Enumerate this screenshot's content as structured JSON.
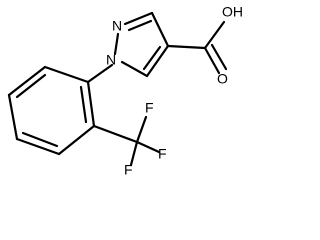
{
  "molecule": {
    "atoms": {
      "n1": "N",
      "n2": "N",
      "oxygen_hydroxyl": "OH",
      "oxygen_carbonyl": "O",
      "fluorine_top": "F",
      "fluorine_left": "F",
      "fluorine_bottom": "F"
    }
  },
  "colors": {
    "bond": "#000000",
    "label": "#000000",
    "background": "#ffffff"
  }
}
